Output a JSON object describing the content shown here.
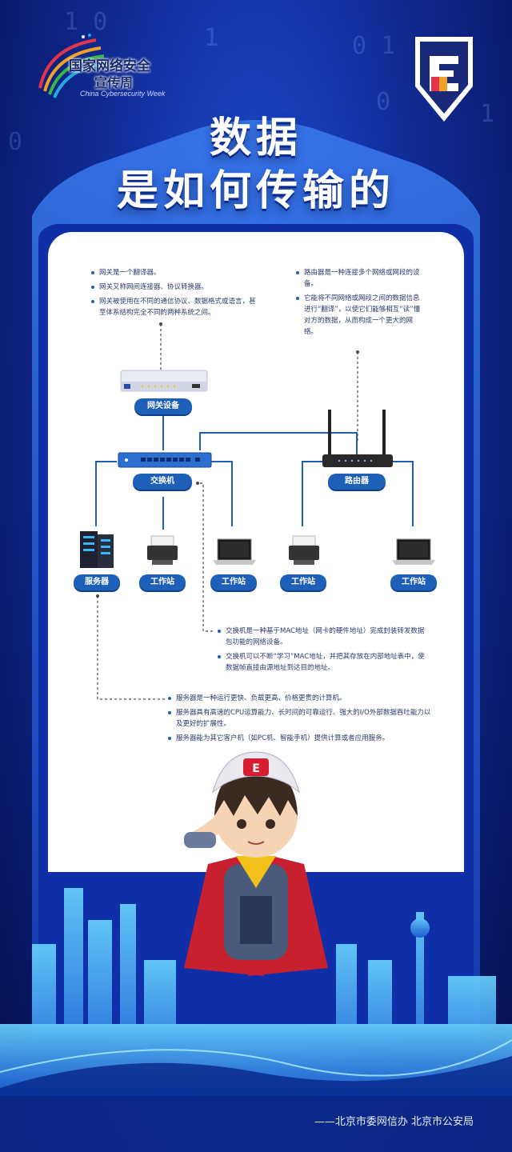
{
  "header": {
    "logo_cn_line1": "国家网络安全",
    "logo_cn_line2": "宣传周",
    "logo_en": "China Cybersecurity Week",
    "badge_letter": "E"
  },
  "title": {
    "line1": "数据",
    "line2": "是如何传输的"
  },
  "gateway_notes": [
    "网关是一个翻译器。",
    "网关又称网间连接器、协议转换器。",
    "网关被使用在不同的通信协议、数据格式或语言，甚至体系结构完全不同的两种系统之间。"
  ],
  "router_notes": [
    "路由器是一种连接多个网络或网段的设备。",
    "它能将不同网络或网段之间的数据信息进行“翻译”，以使它们能够相互“读”懂对方的数据，从而构成一个更大的网络。"
  ],
  "switch_notes": [
    "交换机是一种基于MAC地址（网卡的硬件地址）完成封装转发数据包功能的网络设备。",
    "交换机可以不断“学习”MAC地址，并把其存放在内部地址表中，使数据帧直接由源地址到达目的地址。"
  ],
  "server_notes": [
    "服务器是一种运行更快、负载更高、价格更贵的计算机。",
    "服务器具有高速的CPU运算能力、长时间的可靠运行、强大的I/O外部数据吞吐能力以及更好的扩展性。",
    "服务器能为其它客户机（如PC机、智能手机）提供计算或者应用服务。"
  ],
  "labels": {
    "gateway": "网关设备",
    "switch": "交换机",
    "router": "路由器",
    "server": "服务器",
    "workstation": "工作站"
  },
  "footer": {
    "credit": "——北京市委网信办   北京市公安局"
  },
  "colors": {
    "primary_blue": "#1e5fb8",
    "background": "#12309e"
  }
}
